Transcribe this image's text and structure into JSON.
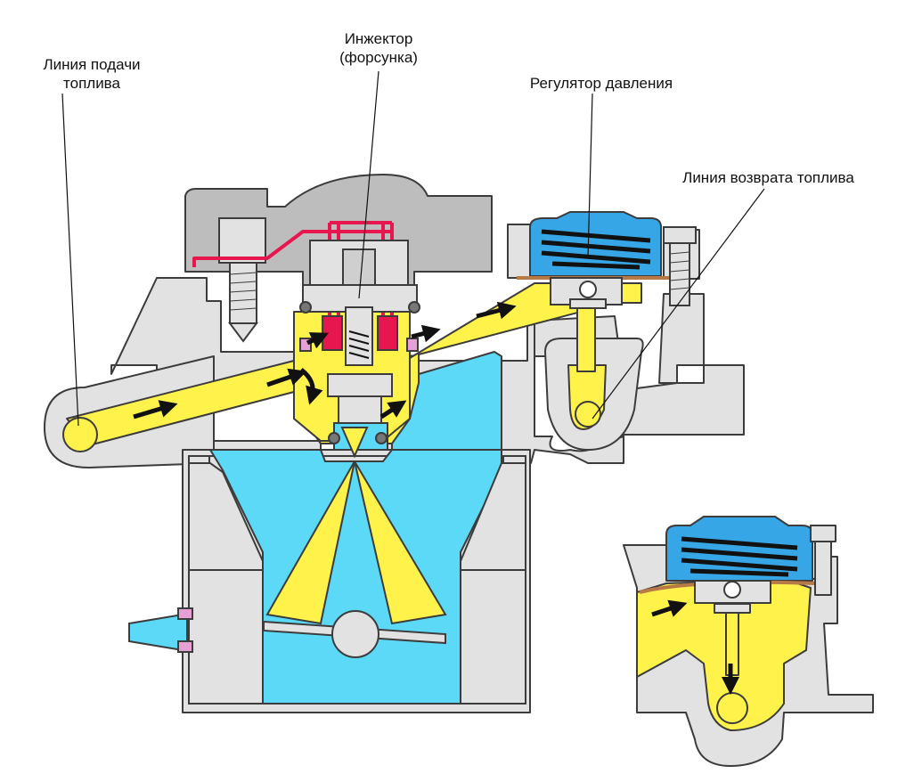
{
  "labels": {
    "fuel_supply_line_1": "Линия подачи",
    "fuel_supply_line_2": "топлива",
    "injector_1": "Инжектор",
    "injector_2": "(форсунка)",
    "pressure_regulator": "Регулятор давления",
    "fuel_return_line": "Линия возврата топлива"
  },
  "colors": {
    "fuel": "#fff24a",
    "air": "#5bd9f6",
    "body": "#e2e2e2",
    "outline": "#3c3c3c",
    "diaphragm_chamber": "#37a6e6",
    "injector_electrical": "#e8164f",
    "diaphragm": "#b77945"
  }
}
